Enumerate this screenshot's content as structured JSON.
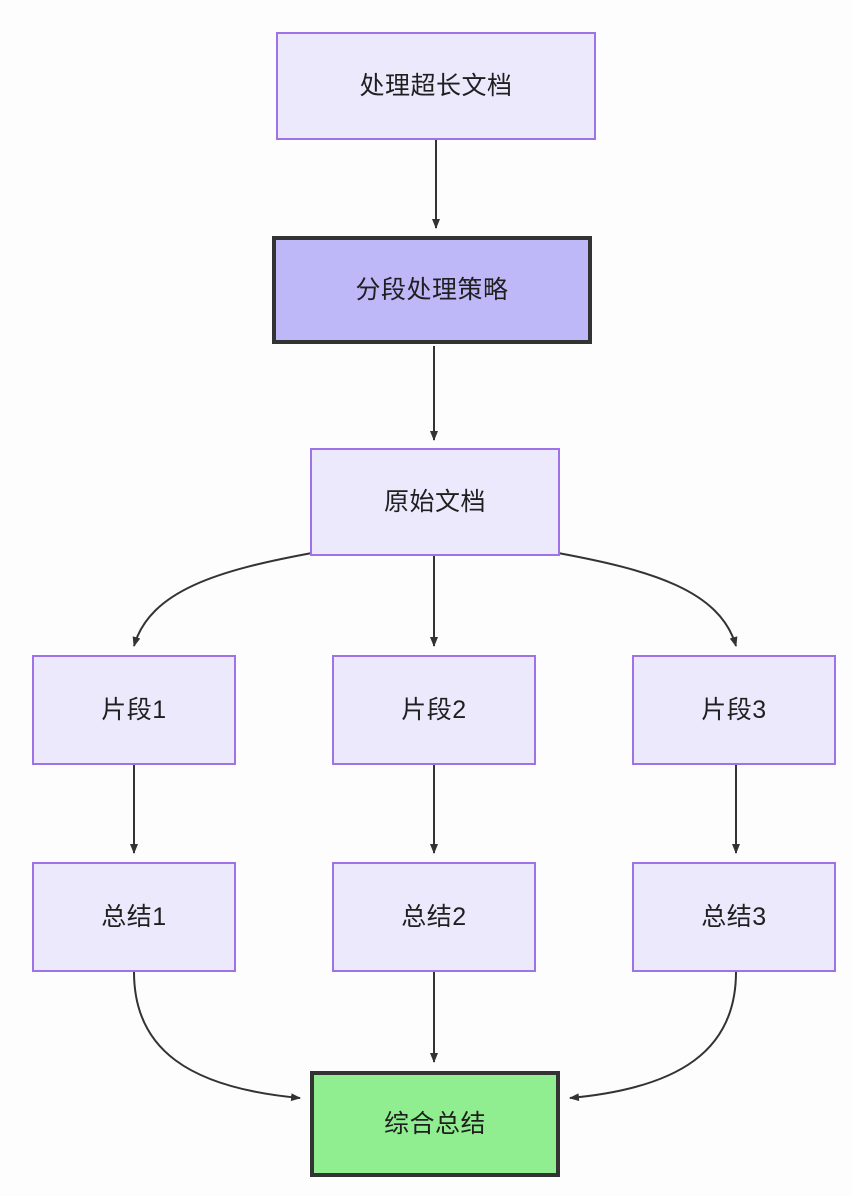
{
  "diagram": {
    "type": "flowchart",
    "direction": "top-down",
    "title": "处理超长文档",
    "background_color": "#fdfdfd",
    "palette": {
      "node_fill": "#ece9fc",
      "node_stroke": "#9f73e8",
      "emphasis_fill": "#bfb8f8",
      "emphasis_stroke": "#333333",
      "result_fill": "#90ee90",
      "result_stroke": "#333333",
      "edge_color": "#333333",
      "text_color": "#1f1f1f"
    },
    "nodes": [
      {
        "id": "long-doc",
        "label": "处理超长文档",
        "style": "plain"
      },
      {
        "id": "chunk-strategy",
        "label": "分段处理策略",
        "style": "emph"
      },
      {
        "id": "source-doc",
        "label": "原始文档",
        "style": "plain"
      },
      {
        "id": "fragment-1",
        "label": "片段1",
        "style": "plain"
      },
      {
        "id": "fragment-2",
        "label": "片段2",
        "style": "plain"
      },
      {
        "id": "fragment-3",
        "label": "片段3",
        "style": "plain"
      },
      {
        "id": "summary-1",
        "label": "总结1",
        "style": "plain"
      },
      {
        "id": "summary-2",
        "label": "总结2",
        "style": "plain"
      },
      {
        "id": "summary-3",
        "label": "总结3",
        "style": "plain"
      },
      {
        "id": "final-summary",
        "label": "综合总结",
        "style": "result"
      }
    ],
    "edges": [
      {
        "id": "e1",
        "from": "long-doc",
        "to": "chunk-strategy",
        "shape": "straight"
      },
      {
        "id": "e2",
        "from": "chunk-strategy",
        "to": "source-doc",
        "shape": "straight"
      },
      {
        "id": "e3",
        "from": "source-doc",
        "to": "fragment-1",
        "shape": "curve-left"
      },
      {
        "id": "e4",
        "from": "source-doc",
        "to": "fragment-2",
        "shape": "straight"
      },
      {
        "id": "e5",
        "from": "source-doc",
        "to": "fragment-3",
        "shape": "curve-right"
      },
      {
        "id": "e6",
        "from": "fragment-1",
        "to": "summary-1",
        "shape": "straight"
      },
      {
        "id": "e7",
        "from": "fragment-2",
        "to": "summary-2",
        "shape": "straight"
      },
      {
        "id": "e8",
        "from": "fragment-3",
        "to": "summary-3",
        "shape": "straight"
      },
      {
        "id": "e9",
        "from": "summary-1",
        "to": "final-summary",
        "shape": "curve-in-left"
      },
      {
        "id": "e10",
        "from": "summary-2",
        "to": "final-summary",
        "shape": "straight"
      },
      {
        "id": "e11",
        "from": "summary-3",
        "to": "final-summary",
        "shape": "curve-in-right"
      }
    ]
  }
}
